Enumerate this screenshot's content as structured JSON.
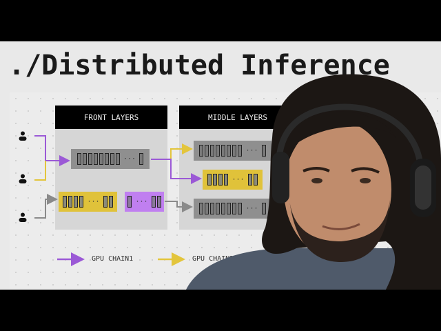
{
  "title": "./Distributed Inference",
  "panels": {
    "front": "FRONT LAYERS",
    "middle": "MIDDLE LAYERS"
  },
  "blocks": {
    "front_top": {
      "left_cells": 8,
      "right_cells": 1,
      "ellipsis": "···",
      "color": "gray"
    },
    "front_yellow": {
      "left_cells": 4,
      "right_cells": 2,
      "ellipsis": "···",
      "color": "yellow"
    },
    "front_purple": {
      "left_cells": 1,
      "right_cells": 2,
      "ellipsis": "···",
      "color": "purple"
    },
    "middle_top": {
      "left_cells": 8,
      "right_cells": 1,
      "ellipsis": "···",
      "color": "gray"
    },
    "middle_yellow": {
      "left_cells": 4,
      "right_cells": 2,
      "ellipsis": "···",
      "color": "yellow"
    },
    "middle_bottom": {
      "left_cells": 8,
      "right_cells": 1,
      "ellipsis": "···",
      "color": "gray"
    }
  },
  "legend": [
    {
      "label": "GPU CHAIN1",
      "color": "#9b59d6"
    },
    {
      "label": "GPU CHAIN2",
      "color": "#e3c53c"
    }
  ],
  "colors": {
    "purple": "#9b59d6",
    "yellow": "#e3c53c",
    "gray": "#8a8a8a"
  }
}
